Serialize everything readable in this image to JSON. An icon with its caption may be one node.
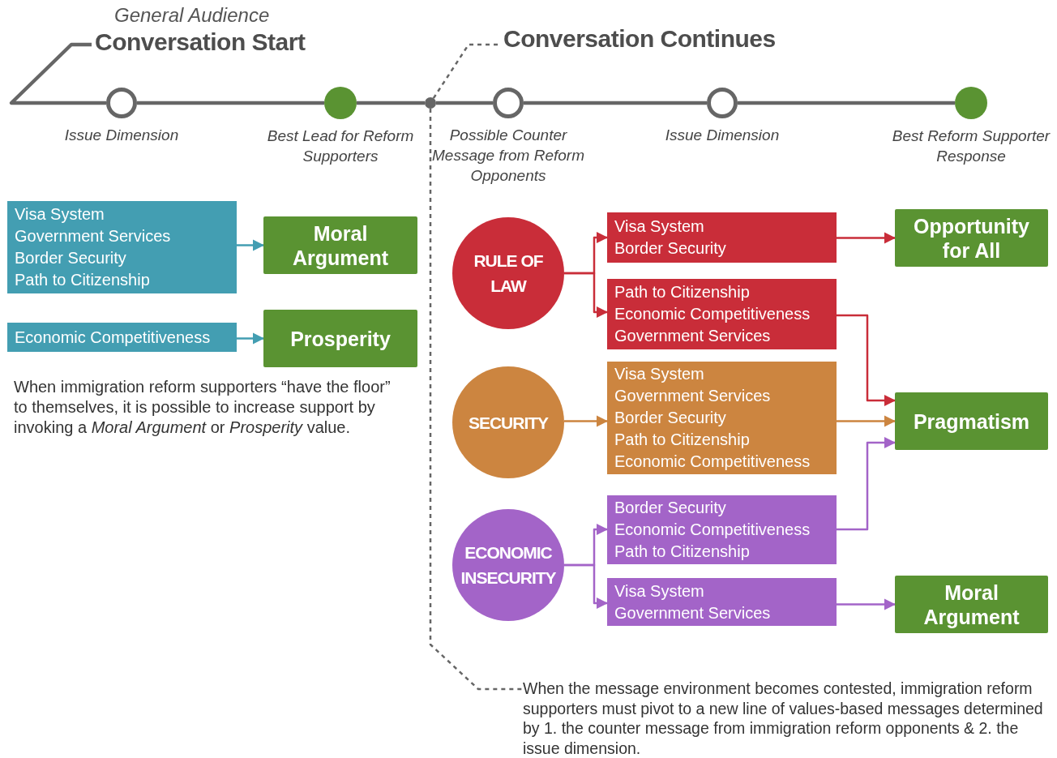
{
  "diagram": {
    "nodes": [
      {
        "text": [
          "General Audience",
          "Conversation Start"
        ]
      },
      {
        "text": [],
        "shape": "circle",
        "beside": [
          "Issue Dimension"
        ]
      },
      {
        "text": [],
        "shape": "circle",
        "beside": [
          "Best Lead for Reform Supporters"
        ]
      },
      {
        "text": [],
        "shape": "circle"
      },
      {
        "text": [
          "Conversation Continues"
        ]
      },
      {
        "text": [],
        "shape": "circle",
        "beside": [
          "Possible Counter Message from Reform Opponents"
        ]
      },
      {
        "text": [],
        "shape": "circle",
        "beside": [
          "Issue Dimension"
        ]
      },
      {
        "text": [],
        "shape": "circle",
        "beside": [
          "Best Reform Supporter Response"
        ]
      },
      {
        "text": [
          "Visa System",
          "Government Services",
          "Border Security",
          "Path to Citizenship"
        ]
      },
      {
        "text": [
          "Moral Argument"
        ]
      },
      {
        "text": [
          "Economic Competitiveness"
        ]
      },
      {
        "text": [
          "Prosperity"
        ]
      },
      {
        "text": [
          "RULE OF LAW"
        ]
      },
      {
        "text": [
          "Visa System",
          "Border Security"
        ]
      },
      {
        "text": [
          "Path to Citizenship",
          "Economic Competitiveness",
          "Government Services"
        ]
      },
      {
        "text": [
          "SECURITY"
        ]
      },
      {
        "text": [
          "Visa System",
          "Government Services",
          "Border Security",
          "Path to Citizenship",
          "Economic Competitiveness"
        ]
      },
      {
        "text": [
          "ECONOMIC INSECURITY"
        ]
      },
      {
        "text": [
          "Border Security",
          "Economic Competitiveness",
          "Path to Citizenship"
        ]
      },
      {
        "text": [
          "Visa System",
          "Government Services"
        ]
      },
      {
        "text": [
          "Opportunity for All"
        ]
      },
      {
        "text": [
          "Pragmatism"
        ]
      },
      {
        "text": [
          "Moral Argument"
        ]
      },
      {
        "text": [
          "When the message environment becomes contested, immigration reform supporters must pivot to a new line of values-based messages determined by 1. the counter message from immigration reform opponents & 2. the issue dimension."
        ]
      }
    ],
    "edges": [
      {
        "from": 0,
        "to": 1,
        "arrow": "none",
        "style": "thick"
      },
      {
        "from": 1,
        "to": 2,
        "arrow": "none",
        "style": "thick"
      },
      {
        "from": 2,
        "to": 3,
        "arrow": "none",
        "style": "thick"
      },
      {
        "from": 3,
        "to": 5,
        "arrow": "none",
        "style": "thick"
      },
      {
        "from": 5,
        "to": 6,
        "arrow": "none",
        "style": "thick"
      },
      {
        "from": 6,
        "to": 7,
        "arrow": "none",
        "style": "thick"
      },
      {
        "from": 3,
        "to": 4,
        "arrow": "none",
        "style": "dashed"
      },
      {
        "from": 3,
        "to": 23,
        "arrow": "none",
        "style": "dashed"
      },
      {
        "from": 8,
        "to": 9,
        "arrow": "to",
        "color": "#439eb2"
      },
      {
        "from": 10,
        "to": 11,
        "arrow": "to",
        "color": "#439eb2"
      },
      {
        "from": 12,
        "to": 13,
        "arrow": "to",
        "color": "#c92d39"
      },
      {
        "from": 12,
        "to": 14,
        "arrow": "to",
        "color": "#c92d39"
      },
      {
        "from": 13,
        "to": 20,
        "arrow": "to",
        "color": "#c92d39"
      },
      {
        "from": 14,
        "to": 21,
        "arrow": "to",
        "color": "#c92d39"
      },
      {
        "from": 15,
        "to": 16,
        "arrow": "to",
        "color": "#cc8540"
      },
      {
        "from": 16,
        "to": 21,
        "arrow": "to",
        "color": "#cc8540"
      },
      {
        "from": 17,
        "to": 18,
        "arrow": "to",
        "color": "#a364c8"
      },
      {
        "from": 17,
        "to": 19,
        "arrow": "to",
        "color": "#a364c8"
      },
      {
        "from": 18,
        "to": 21,
        "arrow": "to",
        "color": "#a364c8"
      },
      {
        "from": 19,
        "to": 22,
        "arrow": "to",
        "color": "#a364c8"
      }
    ],
    "labels": [
      "When immigration reform supporters “have the floor” to themselves, it is possible to increase support by invoking a *Moral Argument* or *Prosperity* value."
    ]
  }
}
